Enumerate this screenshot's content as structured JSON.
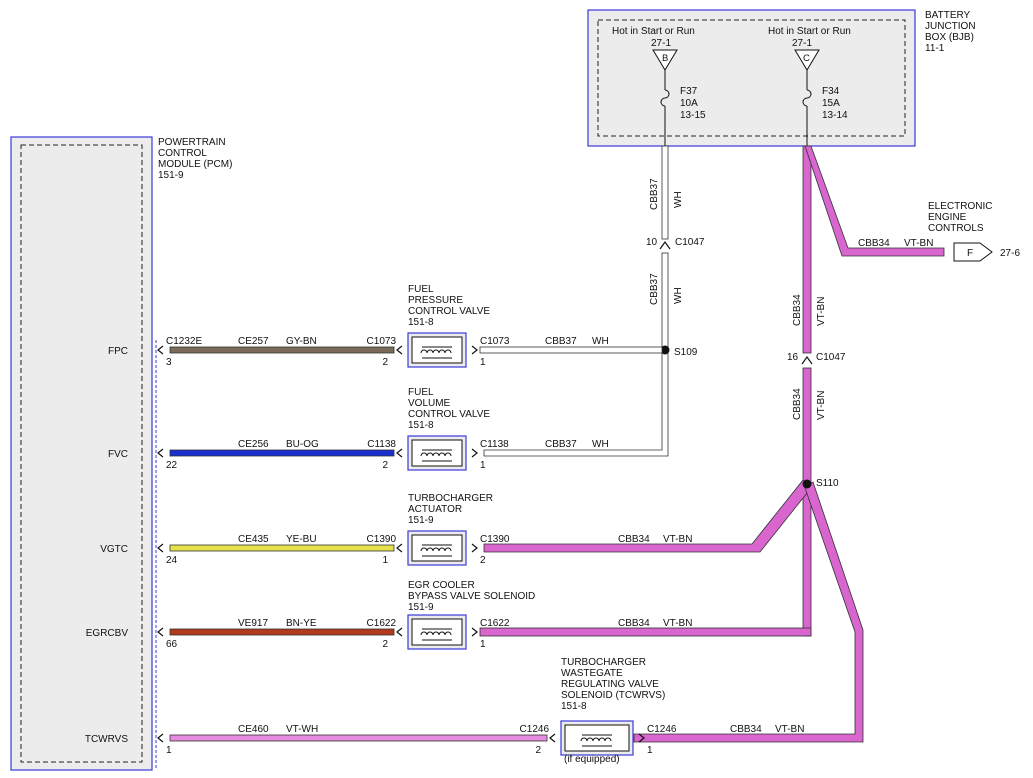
{
  "bjb": {
    "title": [
      "BATTERY",
      "JUNCTION",
      "BOX (BJB)",
      "11-1"
    ],
    "feeds": [
      {
        "hot_label": "Hot in Start or Run",
        "ref": "27-1",
        "pin": "B",
        "fuse": "F37",
        "rating": "10A",
        "fuse_ref": "13-15"
      },
      {
        "hot_label": "Hot in Start or Run",
        "ref": "27-1",
        "pin": "C",
        "fuse": "F34",
        "rating": "15A",
        "fuse_ref": "13-14"
      }
    ]
  },
  "pcm": {
    "title": [
      "POWERTRAIN",
      "CONTROL",
      "MODULE (PCM)",
      "151-9"
    ]
  },
  "eec": {
    "title": [
      "ELECTRONIC",
      "ENGINE",
      "CONTROLS"
    ],
    "circuit": "CBB34",
    "color": "VT-BN",
    "pin": "F",
    "ref": "27-6"
  },
  "vertical_wires": {
    "wh_circuit": "CBB37",
    "wh_color": "WH",
    "vt_circuit": "CBB34",
    "vt_color": "VT-BN"
  },
  "connectors": {
    "c1047_left": {
      "pin": "10",
      "name": "C1047"
    },
    "c1047_right": {
      "pin": "16",
      "name": "C1047"
    }
  },
  "splices": {
    "s109": "S109",
    "s110": "S110"
  },
  "rows": [
    {
      "signal": "FPC",
      "pcm_conn": "C1232E",
      "pcm_pin": "3",
      "circuit": "CE257",
      "color": "GY-BN",
      "comp_title": [
        "FUEL",
        "PRESSURE",
        "CONTROL VALVE",
        "151-8"
      ],
      "comp_conn": "C1073",
      "comp_pin_in": "2",
      "comp_pin_out": "1",
      "out_circuit": "CBB37",
      "out_color": "WH"
    },
    {
      "signal": "FVC",
      "pcm_pin": "22",
      "circuit": "CE256",
      "color": "BU-OG",
      "comp_title": [
        "FUEL",
        "VOLUME",
        "CONTROL VALVE",
        "151-8"
      ],
      "comp_conn": "C1138",
      "comp_pin_in": "2",
      "comp_pin_out": "1",
      "out_circuit": "CBB37",
      "out_color": "WH"
    },
    {
      "signal": "VGTC",
      "pcm_pin": "24",
      "circuit": "CE435",
      "color": "YE-BU",
      "comp_title": [
        "TURBOCHARGER",
        "ACTUATOR",
        "151-9"
      ],
      "comp_conn": "C1390",
      "comp_pin_in": "1",
      "comp_pin_out": "2",
      "out_circuit": "CBB34",
      "out_color": "VT-BN"
    },
    {
      "signal": "EGRCBV",
      "pcm_pin": "66",
      "circuit": "VE917",
      "color": "BN-YE",
      "comp_title": [
        "EGR COOLER",
        "BYPASS VALVE SOLENOID",
        "151-9"
      ],
      "comp_conn": "C1622",
      "comp_pin_in": "2",
      "comp_pin_out": "1",
      "out_circuit": "CBB34",
      "out_color": "VT-BN"
    },
    {
      "signal": "TCWRVS",
      "pcm_pin": "1",
      "circuit": "CE460",
      "color": "VT-WH",
      "comp_title": [
        "TURBOCHARGER",
        "WASTEGATE",
        "REGULATING VALVE",
        "SOLENOID (TCWRVS)",
        "151-8"
      ],
      "comp_conn": "C1246",
      "comp_pin_in": "2",
      "comp_pin_out": "1",
      "out_circuit": "CBB34",
      "out_color": "VT-BN",
      "note": "(if equipped)"
    }
  ],
  "colors": {
    "GY-BN": "#7a6a5a",
    "BU-OG": "#1a2fd0",
    "YE-BU": "#e6e14a",
    "BN-YE": "#b23a1c",
    "VT-WH": "#e58ce0",
    "VT-BN": "#d965cf",
    "WH": "#ffffff",
    "frame": "#3a3ad8"
  }
}
